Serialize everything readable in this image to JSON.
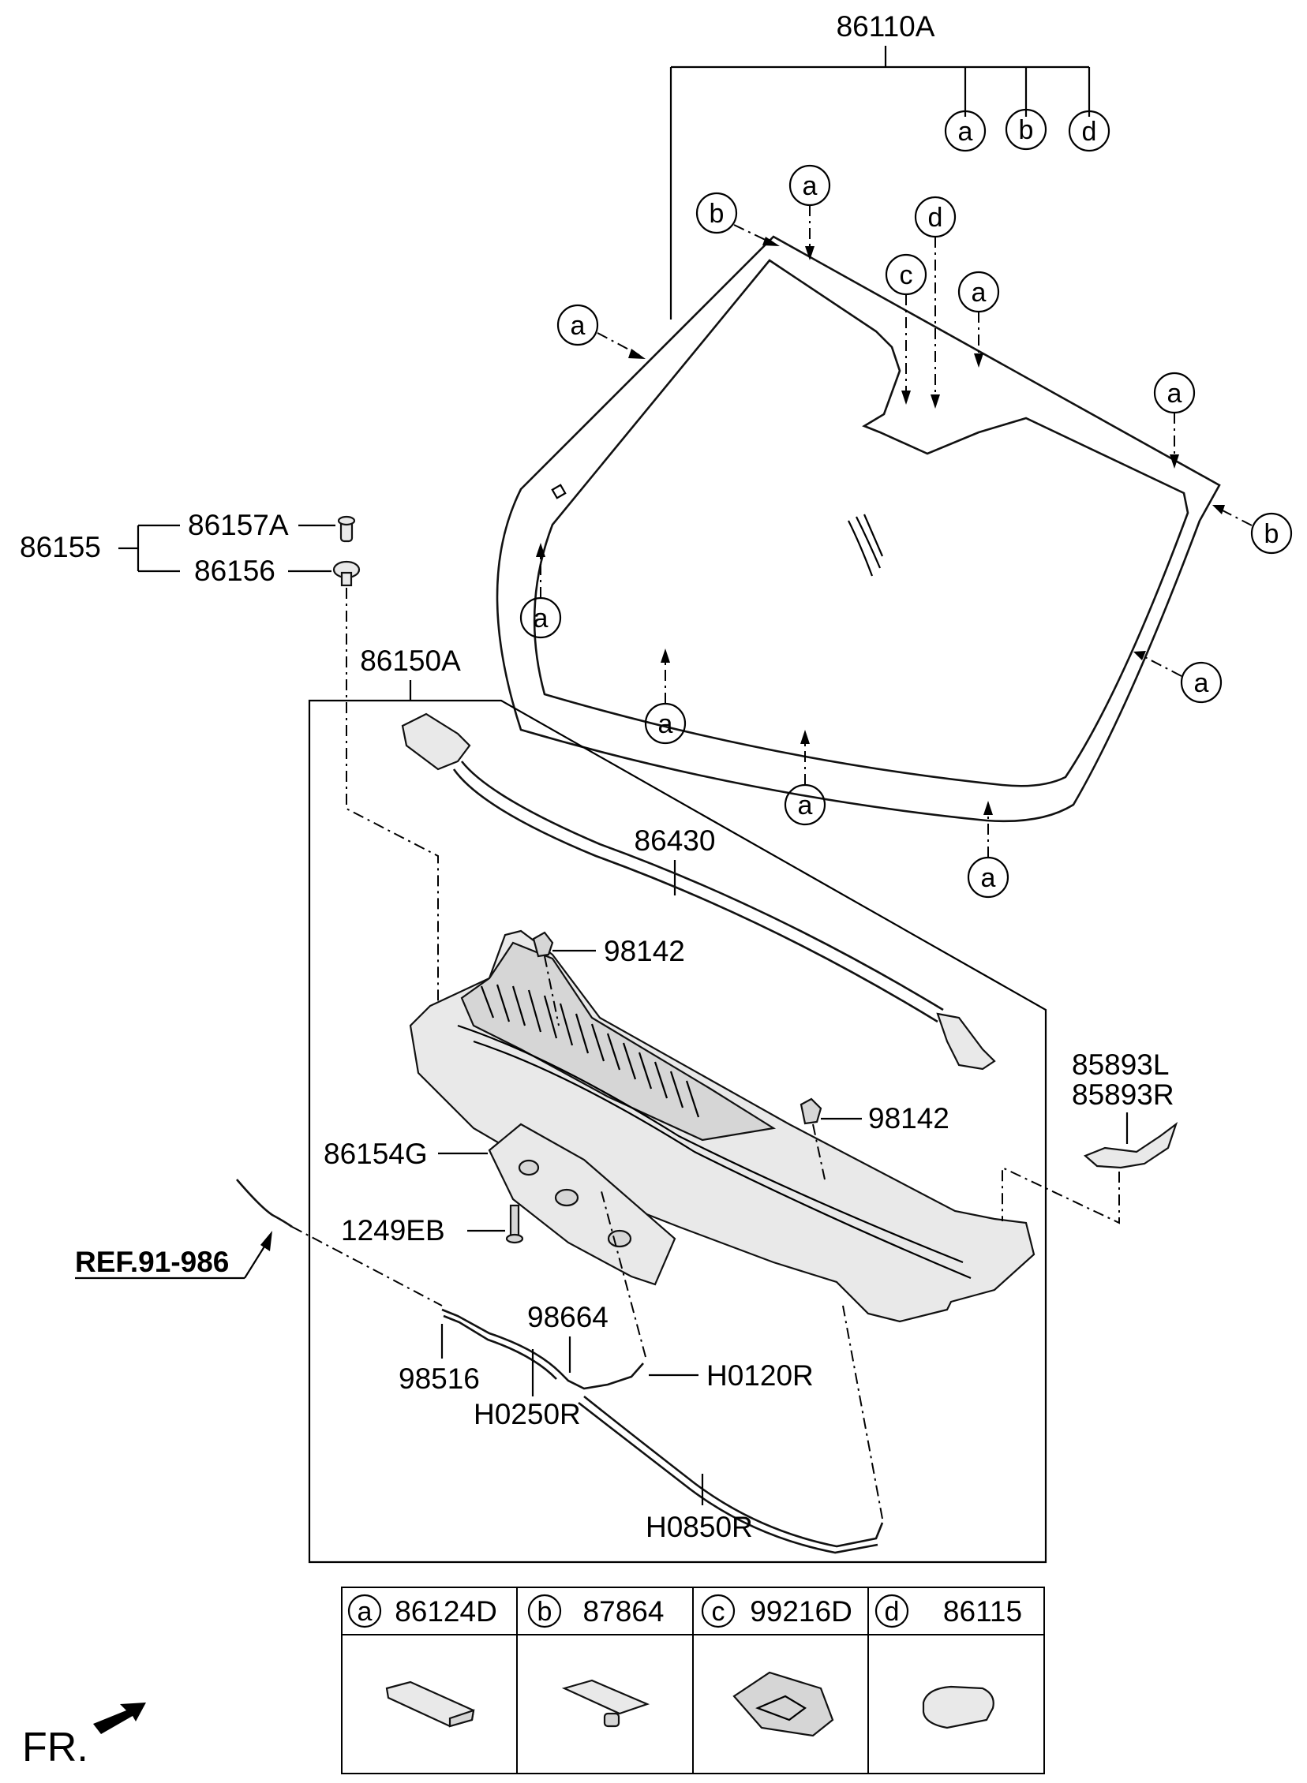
{
  "labels": {
    "windshield_assy": "86110A",
    "molding_set": "86155",
    "clip": "86157A",
    "grommet": "86156",
    "cowl_assy": "86150A",
    "weatherstrip": "86430",
    "nozzle_1": "98142",
    "nozzle_2": "98142",
    "side_cover_l": "85893L",
    "side_cover_r": "85893R",
    "cover_panel": "86154G",
    "screw": "1249EB",
    "ref_note": "REF.91-986",
    "hose_joint": "98664",
    "hose_h0120r": "H0120R",
    "connector": "98516",
    "hose_h0250r": "H0250R",
    "hose_h0850r": "H0850R"
  },
  "callouts": {
    "a": "a",
    "b": "b",
    "c": "c",
    "d": "d"
  },
  "legend": [
    {
      "letter": "a",
      "part": "86124D"
    },
    {
      "letter": "b",
      "part": "87864"
    },
    {
      "letter": "c",
      "part": "99216D"
    },
    {
      "letter": "d",
      "part": "86115"
    }
  ],
  "front_marker": "FR."
}
